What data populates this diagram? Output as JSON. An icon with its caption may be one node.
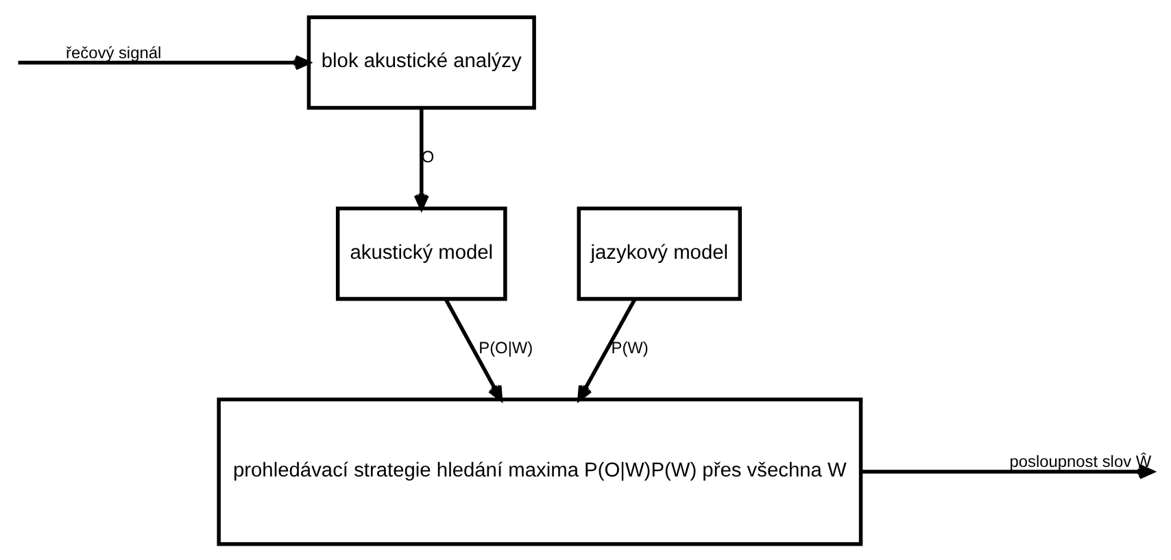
{
  "diagram": {
    "nodes": [
      {
        "text": [
          "blok akustické analýzy"
        ]
      },
      {
        "text": [
          "akustický model"
        ]
      },
      {
        "text": [
          "jazykový model"
        ]
      },
      {
        "text": [
          "prohledávací strategie hledání maxima P(O|W)P(W) přes všechna W"
        ]
      }
    ],
    "edges": [
      {
        "from": null,
        "to": 0,
        "arrow": "to",
        "label": "řečový signál"
      },
      {
        "from": 0,
        "to": 1,
        "arrow": "to",
        "label": "O"
      },
      {
        "from": 1,
        "to": 3,
        "arrow": "to",
        "label": "P(O|W)"
      },
      {
        "from": 2,
        "to": 3,
        "arrow": "to",
        "label": "P(W)"
      },
      {
        "from": 3,
        "to": null,
        "arrow": "to",
        "label": "posloupnost slov Ŵ"
      }
    ]
  }
}
